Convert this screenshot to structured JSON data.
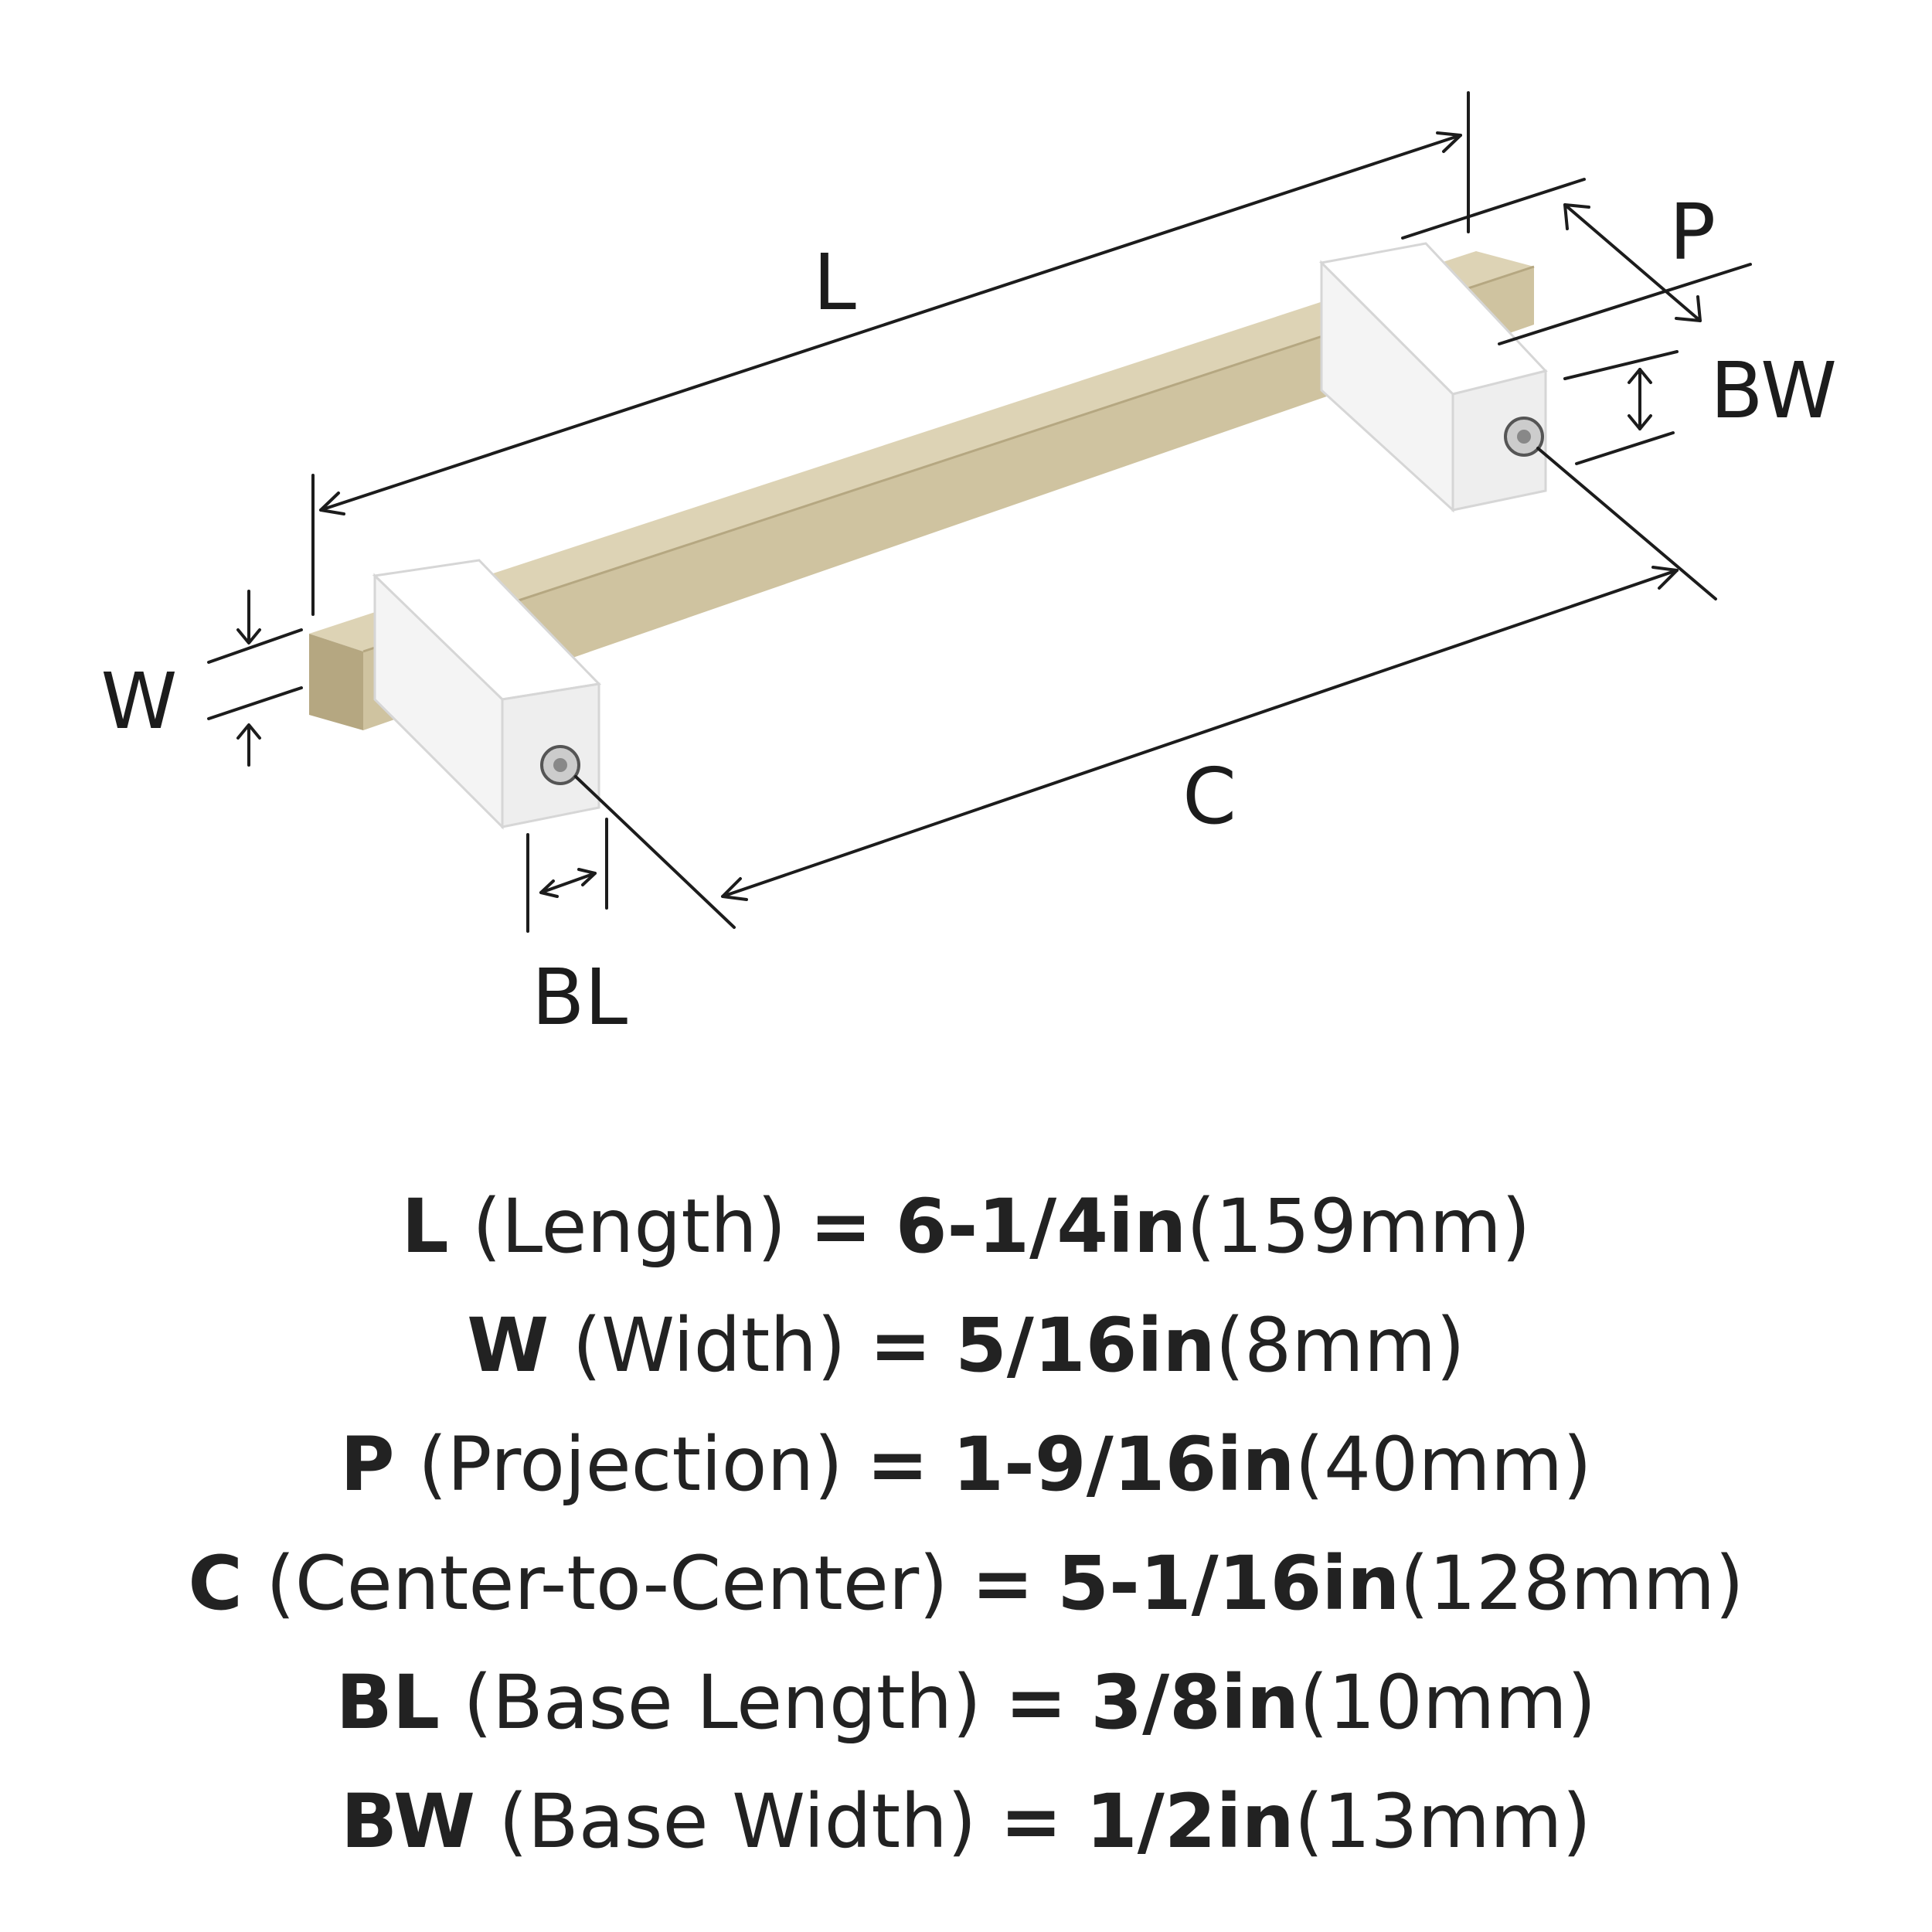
{
  "diagram": {
    "labels": {
      "L": "L",
      "W": "W",
      "P": "P",
      "BW": "BW",
      "C": "C",
      "BL": "BL"
    },
    "colors": {
      "bar": "#cfc3a0",
      "bar_shade": "#b5a781",
      "bar_top": "#ddd3b5",
      "base": "#ffffff",
      "base_edge": "#d6d6d6",
      "base_face": "#eeeeee",
      "line": "#1c1c1c"
    }
  },
  "specs": [
    {
      "key": "L",
      "desc": "(Length)",
      "eq": "=",
      "imperial": "6-1/4in",
      "metric": "(159mm)"
    },
    {
      "key": "W",
      "desc": "(Width)",
      "eq": "=",
      "imperial": "5/16in",
      "metric": "(8mm)"
    },
    {
      "key": "P",
      "desc": "(Projection)",
      "eq": "=",
      "imperial": "1-9/16in",
      "metric": "(40mm)"
    },
    {
      "key": "C",
      "desc": "(Center-to-Center)",
      "eq": "=",
      "imperial": "5-1/16in",
      "metric": "(128mm)"
    },
    {
      "key": "BL",
      "desc": "(Base Length)",
      "eq": "=",
      "imperial": "3/8in",
      "metric": "(10mm)"
    },
    {
      "key": "BW",
      "desc": "(Base Width)",
      "eq": "=",
      "imperial": "1/2in",
      "metric": "(13mm)"
    }
  ]
}
